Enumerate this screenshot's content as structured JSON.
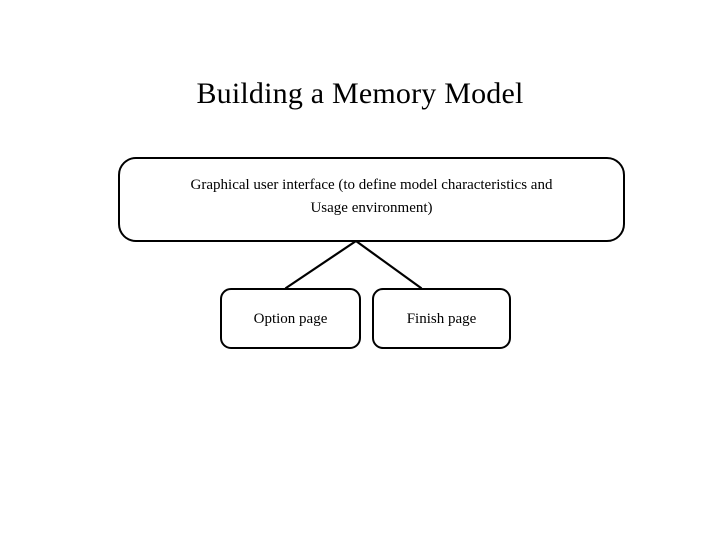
{
  "slide": {
    "title": "Building a Memory Model",
    "background_color": "#ffffff",
    "text_color": "#000000",
    "line_color": "#000000"
  },
  "diagram": {
    "type": "flowchart",
    "nodes": [
      {
        "id": "gui",
        "label": "Graphical user interface (to define model characteristics and Usage environment)",
        "line1": "Graphical user interface (to define model characteristics and",
        "line2": "Usage environment)",
        "shape": "rounded-rectangle"
      },
      {
        "id": "option",
        "label": "Option page",
        "shape": "rounded-rectangle"
      },
      {
        "id": "finish",
        "label": "Finish page",
        "shape": "rounded-rectangle"
      }
    ],
    "edges": [
      {
        "from": "gui",
        "to": "option",
        "style": "straight-line"
      },
      {
        "from": "gui",
        "to": "finish",
        "style": "straight-line"
      }
    ]
  }
}
